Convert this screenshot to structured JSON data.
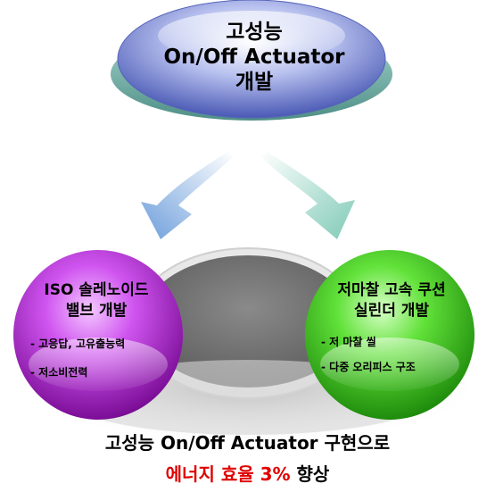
{
  "top_node": {
    "line1": "고성능",
    "line2": "On/Off Actuator",
    "line3": "개발"
  },
  "left_node": {
    "line1": "ISO 솔레노이드",
    "line2": "밸브 개발",
    "bullets": [
      "- 고응답, 고유출능력",
      "- 저소비전력"
    ]
  },
  "right_node": {
    "line1": "저마찰 고속 쿠션",
    "line2": "실린더 개발",
    "bullets": [
      "- 저 마찰 씰",
      "- 다중 오리피스 구조"
    ]
  },
  "bottom_caption": "고성능 On/Off Actuator 구현으로",
  "result": {
    "highlight": "에너지 효율 3%",
    "rest": "향상"
  },
  "colors": {
    "top_ellipse": "#6f7fc9",
    "top_ring": "#6fa9a2",
    "left_sphere": "#b21fd0",
    "right_sphere": "#3fc81e",
    "base_disk": "#7a7a7a",
    "arrow_left": "#7aa7dd",
    "arrow_right": "#8fd1c0",
    "result_highlight": "#e00000"
  }
}
